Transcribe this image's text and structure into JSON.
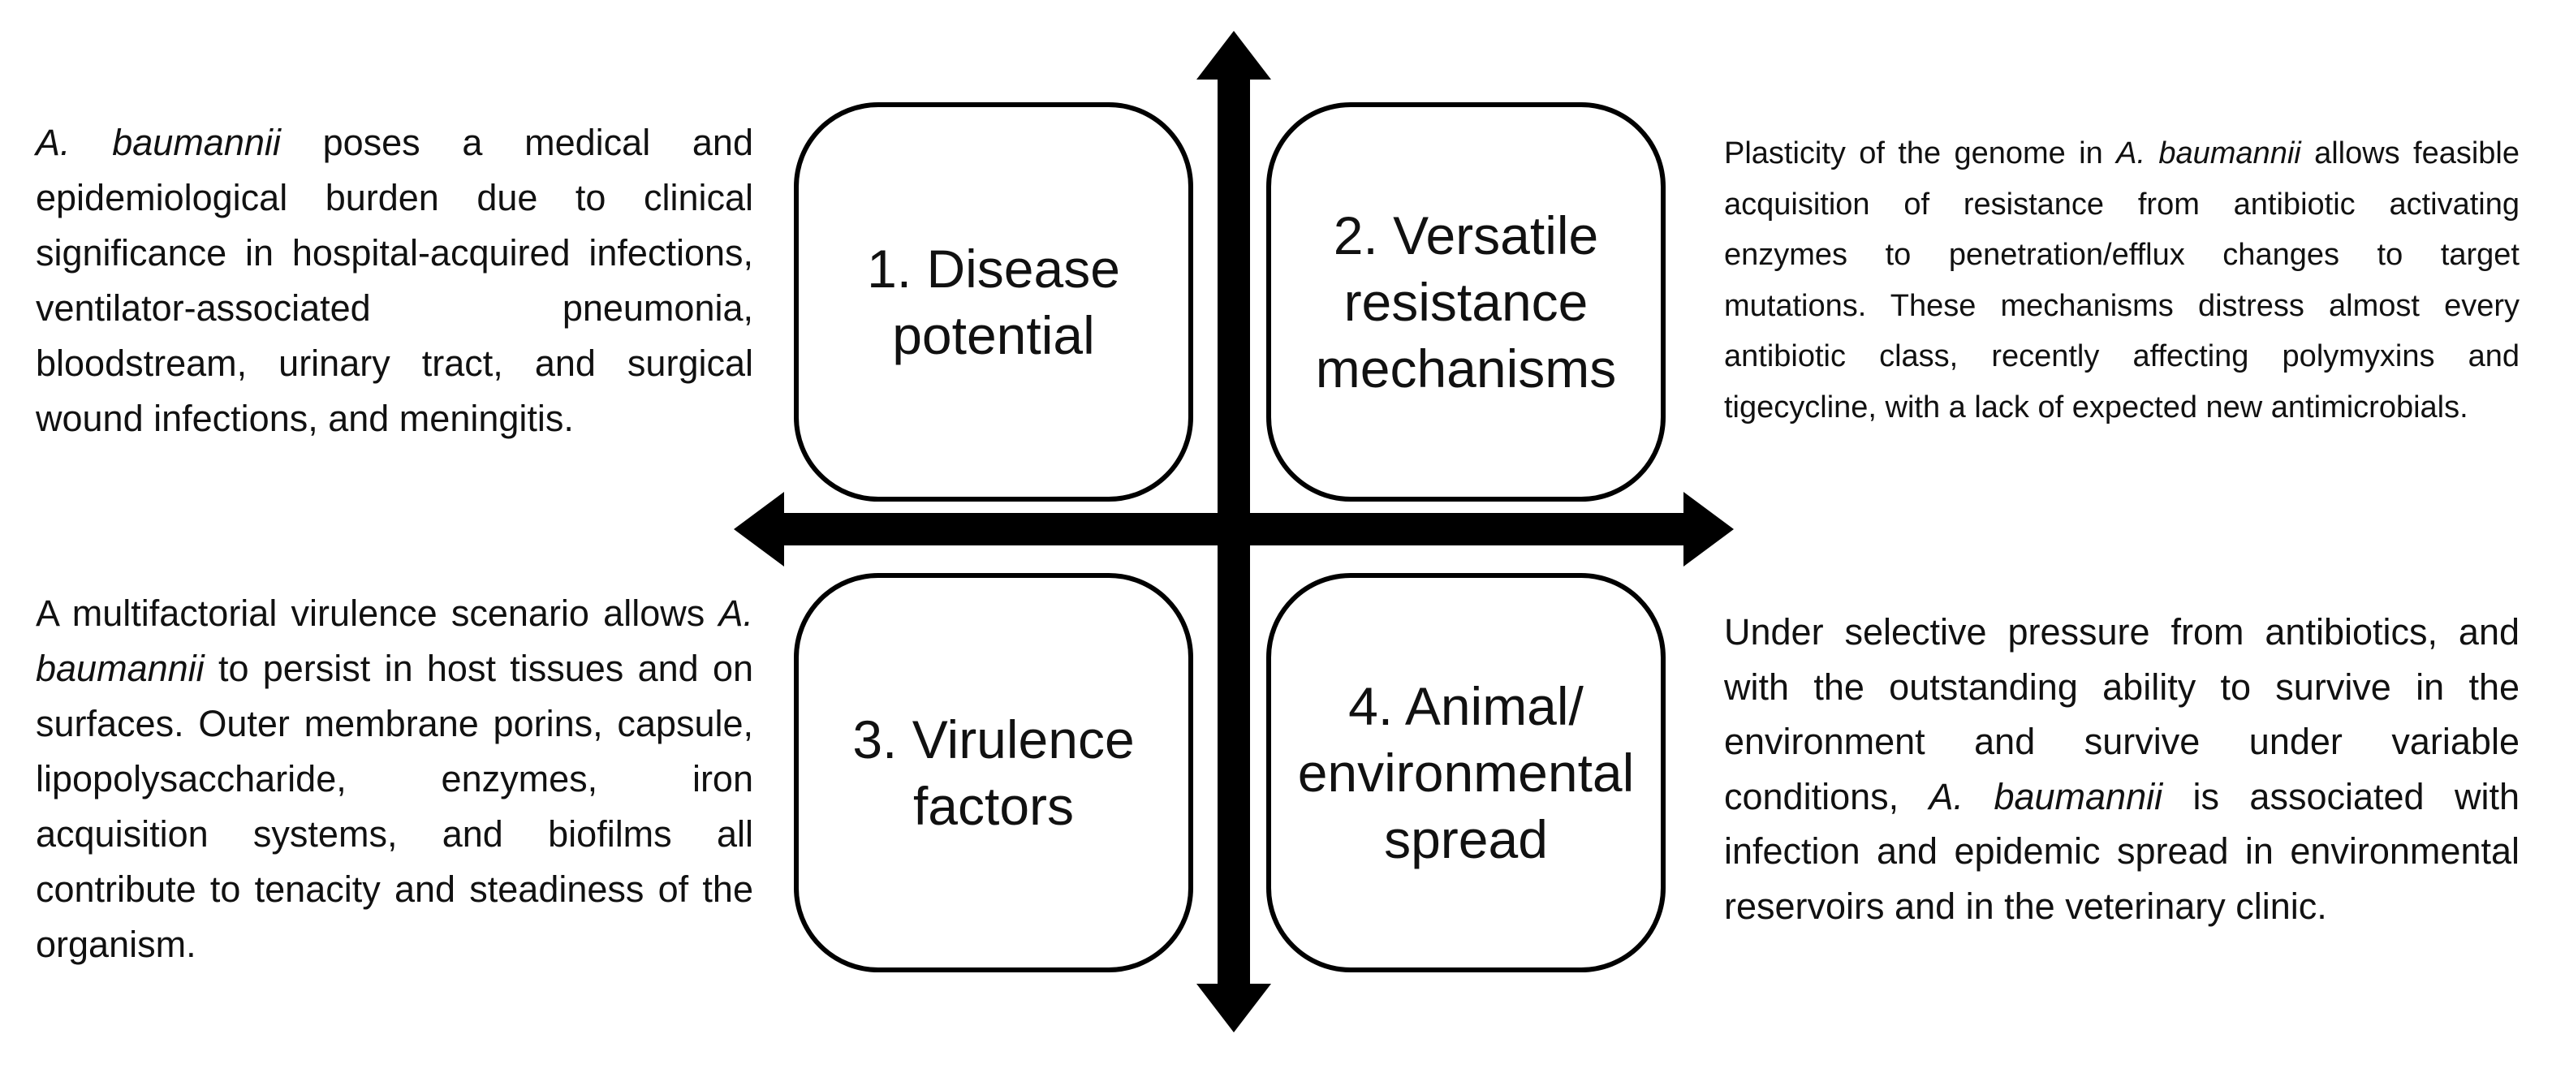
{
  "quadrants": [
    {
      "label": "1. Disease\npotential"
    },
    {
      "label": "2. Versatile\nresistance\nmechanisms"
    },
    {
      "label": "3. Virulence\nfactors"
    },
    {
      "label": "4. Animal/\nenvironmental\nspread"
    }
  ],
  "descriptions": {
    "top_left": {
      "italic": "A. baumannii",
      "text": " poses a medical and epidemiological burden due to clinical significance in hospital-acquired infections, ventilator-associated pneumonia, bloodstream, urinary tract, and surgical wound infections, and meningitis."
    },
    "top_right": {
      "before": "Plasticity of the genome in ",
      "italic": "A. baumannii",
      "after": " allows feasible acquisition of resistance from antibiotic activating enzymes to penetration/efflux changes to target mutations. These mechanisms distress almost every antibiotic class, recently affecting polymyxins and tigecycline, with a lack of expected new antimicrobials."
    },
    "bottom_left": {
      "before": "A multifactorial virulence scenario allows ",
      "italic": "A. baumannii",
      "after": " to persist in host tissues and on surfaces. Outer membrane porins, capsule, lipopolysaccharide, enzymes, iron acquisition systems, and biofilms all contribute to tenacity and steadiness of the organism."
    },
    "bottom_right": {
      "before": "Under selective pressure from antibiotics, and with the outstanding ability to survive in the environment and survive under variable conditions, ",
      "italic": "A. baumannii",
      "after": " is associated with infection and epidemic spread in environmental reservoirs and in the veterinary clinic."
    }
  }
}
